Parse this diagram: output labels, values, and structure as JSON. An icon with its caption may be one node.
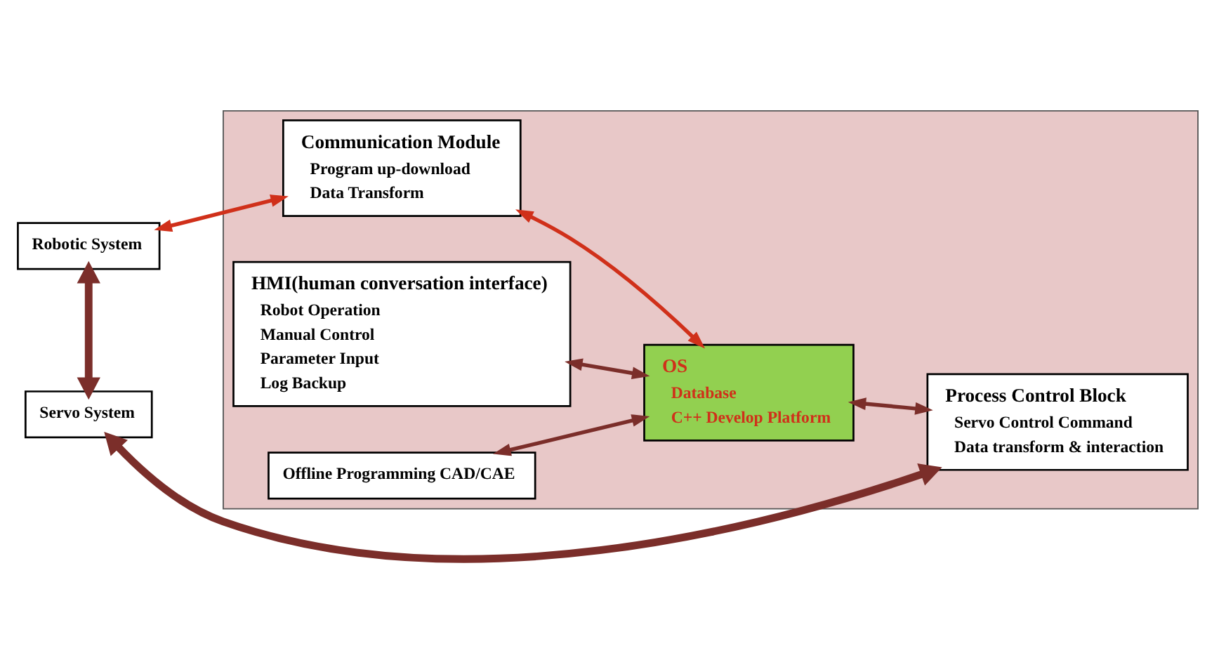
{
  "diagram": {
    "nodes": [
      {
        "text": [],
        "shape": "box"
      },
      {
        "text": [
          "Communication Module",
          "Program up-download",
          "Data Transform"
        ],
        "in": 0
      },
      {
        "text": [
          "HMI(human conversation interface)",
          "Robot Operation",
          "Manual Control",
          "Parameter Input",
          "Log Backup"
        ],
        "in": 0
      },
      {
        "text": [
          "Robotic System"
        ]
      },
      {
        "text": [
          "Offline Programming CAD/CAE"
        ],
        "in": 0
      },
      {
        "text": [
          "OS",
          "Database",
          "C++ Develop Platform"
        ],
        "in": 0
      },
      {
        "text": [
          "Servo System"
        ]
      },
      {
        "text": [
          "Process Control Block",
          "Servo Control Command",
          "Data transform & interaction"
        ],
        "in": 0
      }
    ],
    "edges": [
      {
        "from": 1,
        "to": 3,
        "arrow": "both",
        "color": "#d0301a"
      },
      {
        "from": 1,
        "to": 5,
        "arrow": "both",
        "color": "#d0301a"
      },
      {
        "from": 2,
        "to": 5,
        "arrow": "both"
      },
      {
        "from": 4,
        "to": 5,
        "arrow": "both"
      },
      {
        "from": 5,
        "to": 7,
        "arrow": "both"
      },
      {
        "from": 3,
        "to": 6,
        "arrow": "both",
        "style": "thick"
      },
      {
        "from": 6,
        "to": 7,
        "arrow": "both",
        "style": "thick"
      }
    ]
  }
}
